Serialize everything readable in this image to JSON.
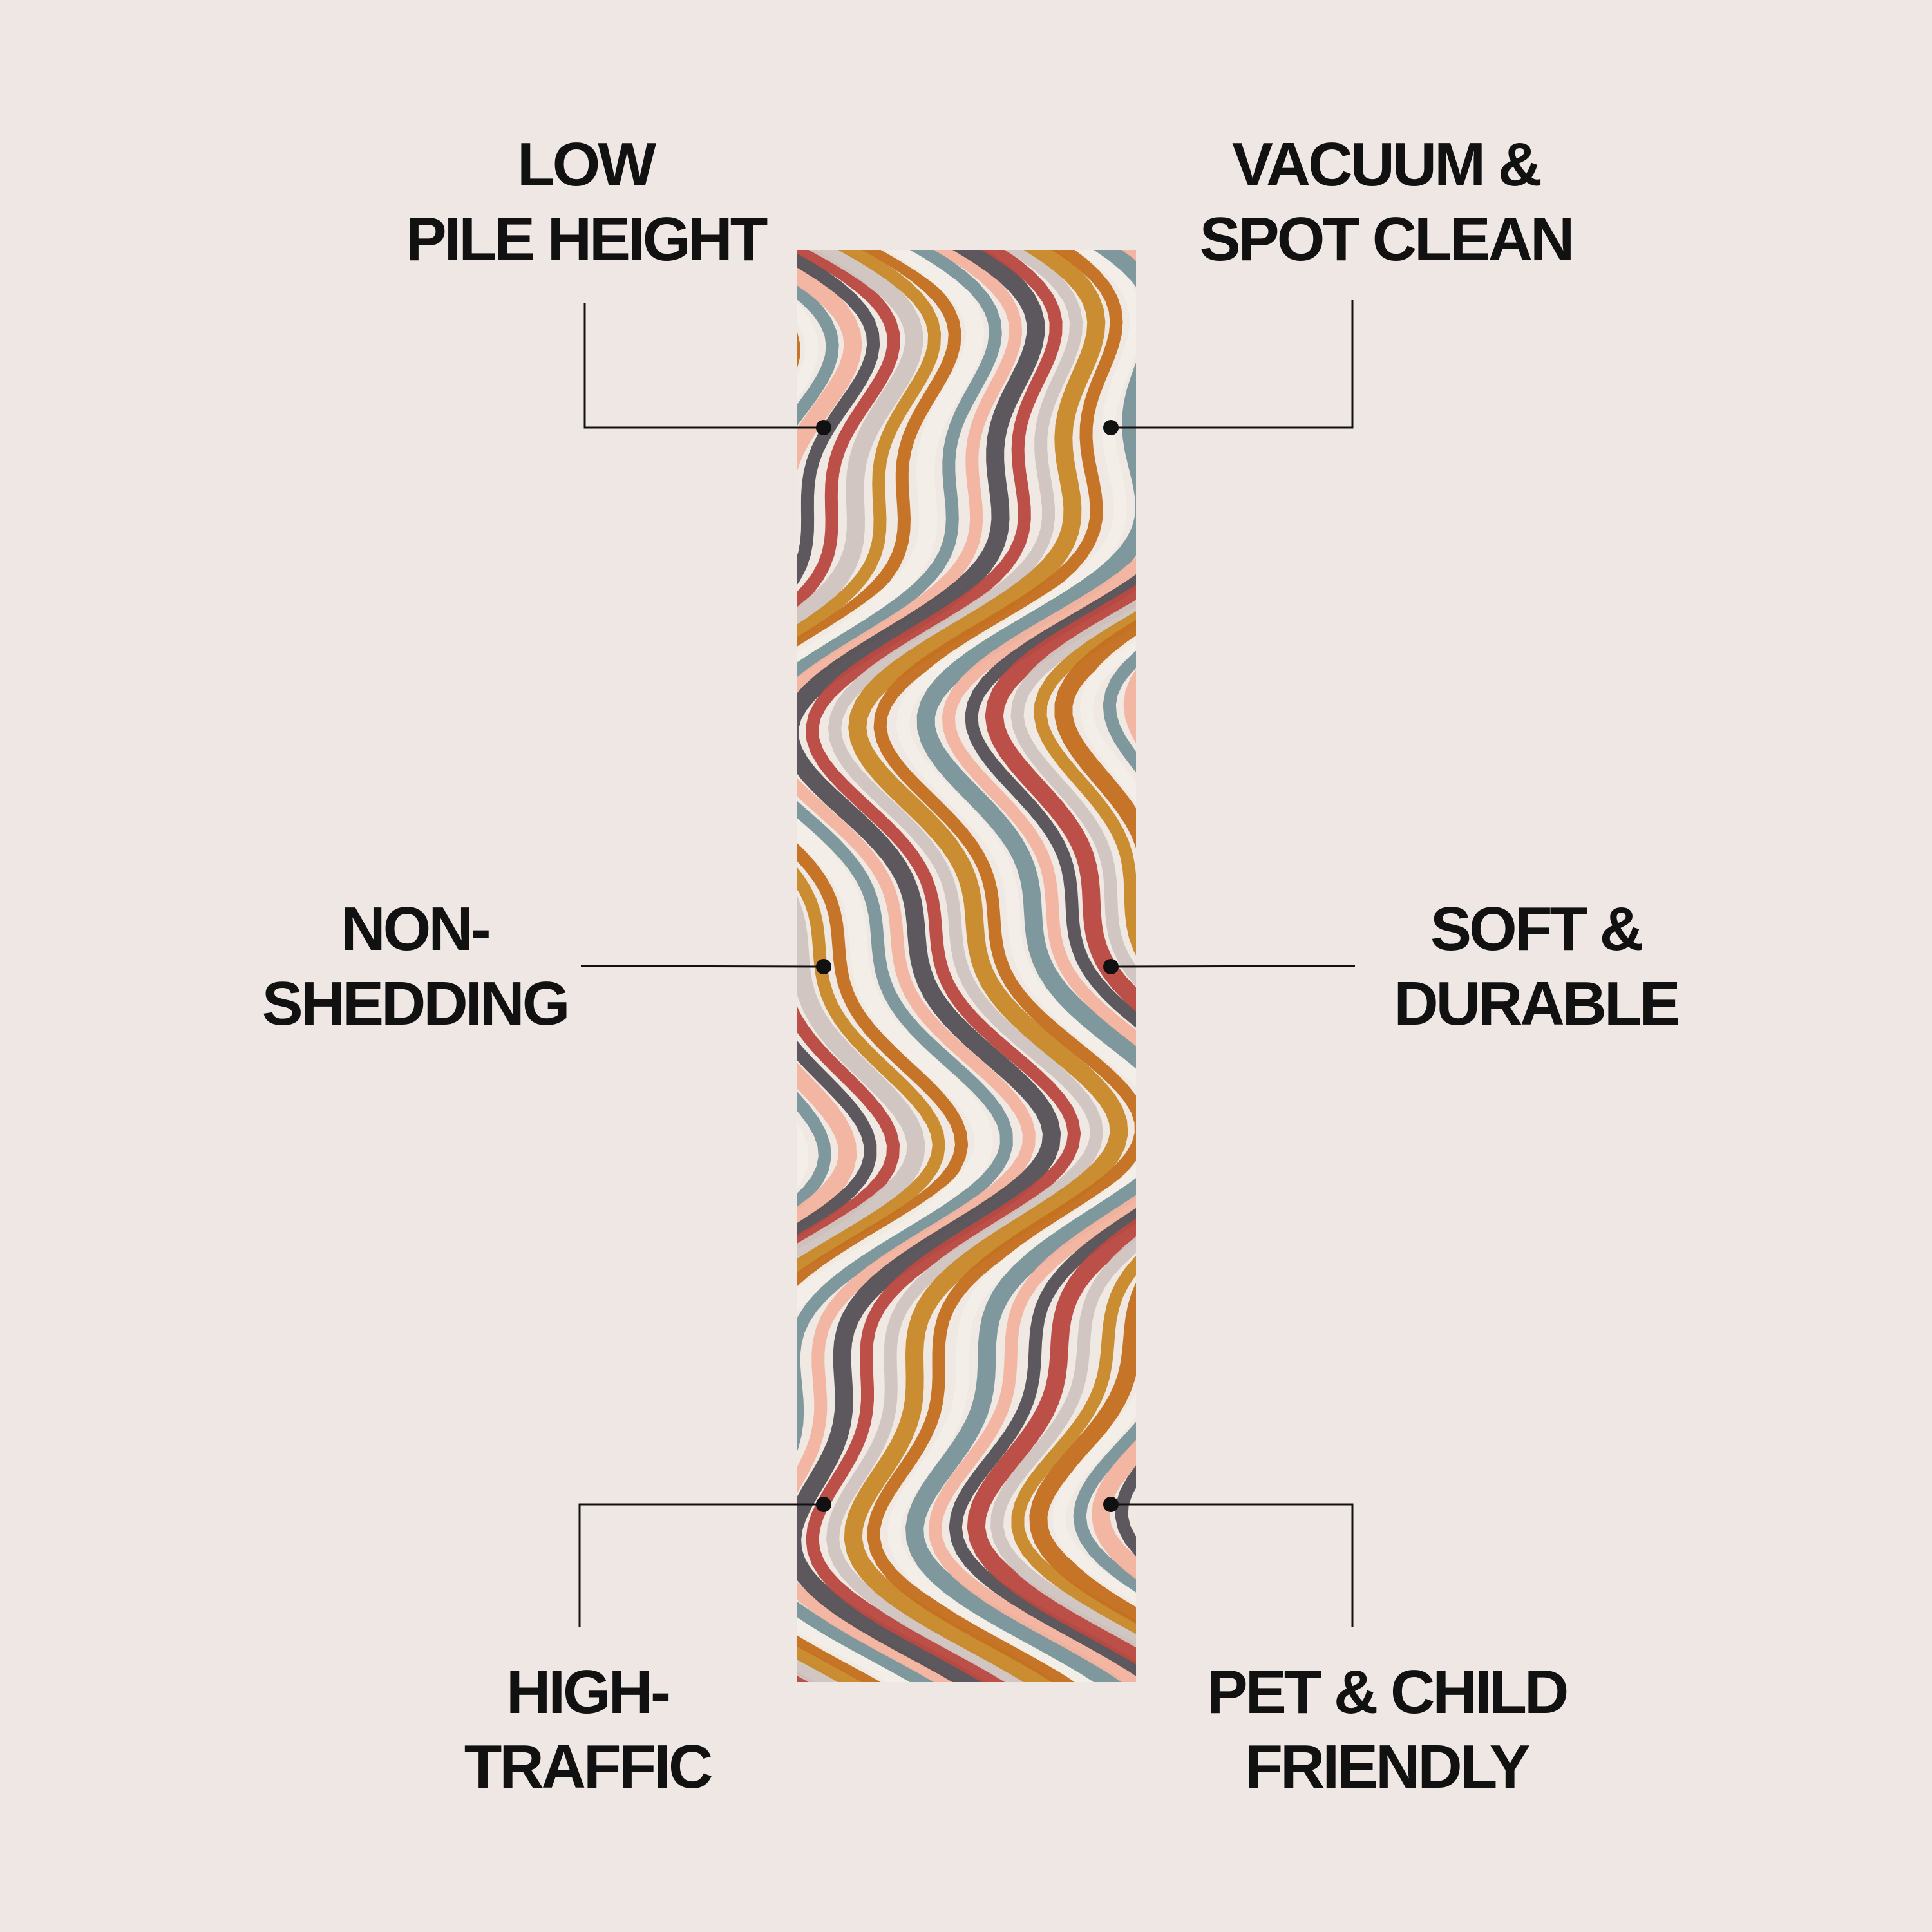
{
  "features": {
    "low_pile_height": {
      "line1": "LOW",
      "line2": "PILE HEIGHT"
    },
    "vacuum_spot_clean": {
      "line1": "VACUUM &",
      "line2": "SPOT CLEAN"
    },
    "non_shedding": {
      "line1": "NON-",
      "line2": "SHEDDING"
    },
    "soft_durable": {
      "line1": "SOFT &",
      "line2": "DURABLE"
    },
    "high_traffic": {
      "line1": "HIGH-",
      "line2": "TRAFFIC"
    },
    "pet_child_friendly": {
      "line1": "PET & CHILD",
      "line2": "FRIENDLY"
    }
  },
  "colors": {
    "background": "#efe7e3",
    "text": "#111111",
    "line": "#111111",
    "rug_palette": [
      "#c46f1f",
      "#f3efe8",
      "#79959a",
      "#f1b49f",
      "#555257",
      "#b94a42",
      "#cfc5bf",
      "#c9892a"
    ]
  }
}
